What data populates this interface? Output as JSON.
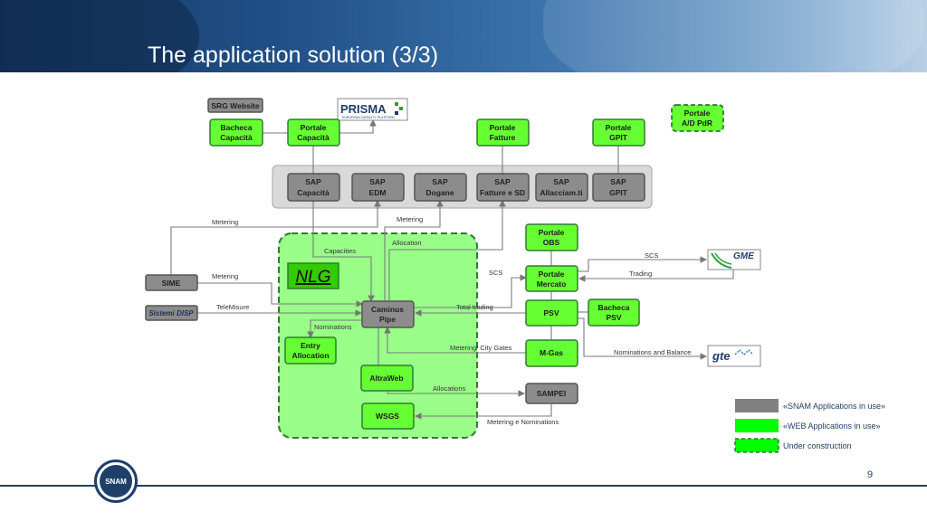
{
  "slide": {
    "title": "The application solution (3/3)",
    "page_number": "9",
    "logo_text": "SNAM"
  },
  "boxes": {
    "srg_website": "SRG Website",
    "prisma": "PRISMA",
    "prisma_sub": "EUROPEAN CAPACITY PLATFORM",
    "bacheca_capacita": [
      "Bacheca",
      "Capacità"
    ],
    "portale_capacita": [
      "Portale",
      "Capacità"
    ],
    "portale_fatture": [
      "Portale",
      "Fatture"
    ],
    "portale_gpit": [
      "Portale",
      "GPIT"
    ],
    "portale_adpdr": [
      "Portale",
      "A/D PdR"
    ],
    "sap_capacita": [
      "SAP",
      "Capacità"
    ],
    "sap_edm": [
      "SAP",
      "EDM"
    ],
    "sap_dogane": [
      "SAP",
      "Dogane"
    ],
    "sap_fatture": [
      "SAP",
      "Fatture e SD"
    ],
    "sap_allacciam": [
      "SAP",
      "Allacciam.ti"
    ],
    "sap_gpit": [
      "SAP",
      "GPIT"
    ],
    "portale_obs": [
      "Portale",
      "OBS"
    ],
    "nlg": "NLG",
    "portale_mercato": [
      "Portale",
      "Mercato"
    ],
    "gme": "GME",
    "sime": "SIME",
    "sistemi_disp": "Sistemi DISP",
    "caminus_pipe": [
      "Caminus",
      "Pipe"
    ],
    "psv": "PSV",
    "bacheca_psv": [
      "Bacheca",
      "PSV"
    ],
    "entry_allocation": [
      "Entry",
      "Allocation"
    ],
    "m_gas": "M-Gas",
    "gte": "gte",
    "altraweb": "AltraWeb",
    "sampei": "SAMPEI",
    "wsgs": "WSGS"
  },
  "labels": {
    "metering_1": "Metering",
    "metering_2": "Metering",
    "metering_3": "Metering",
    "allocation": "Allocation",
    "capacities": "Capacities",
    "scs_1": "SCS",
    "scs_2": "SCS",
    "trading": "Trading",
    "telemisure": "TeleMisure",
    "total_trading": "Total  trading",
    "nominations": "Nominations",
    "metering_city_gates": "Metering/ City Gates",
    "nominations_balance": "Nominations  and Balance",
    "allocations": "Allocations",
    "metering_nominations": "Metering  e Nominations"
  },
  "legend": [
    {
      "label": "«SNAM Applications in use»",
      "color": "#808080"
    },
    {
      "label": "«WEB Applications in use»",
      "color": "#00ff00"
    },
    {
      "label": "Under construction",
      "color": "#00ff00"
    }
  ],
  "colors": {
    "snam_gray": "#8c8c8c",
    "web_green": "#66ff33",
    "nlg_area": "#99ff88",
    "dark_green_border": "#2e8b2e",
    "brand_blue": "#1f3f6b"
  }
}
